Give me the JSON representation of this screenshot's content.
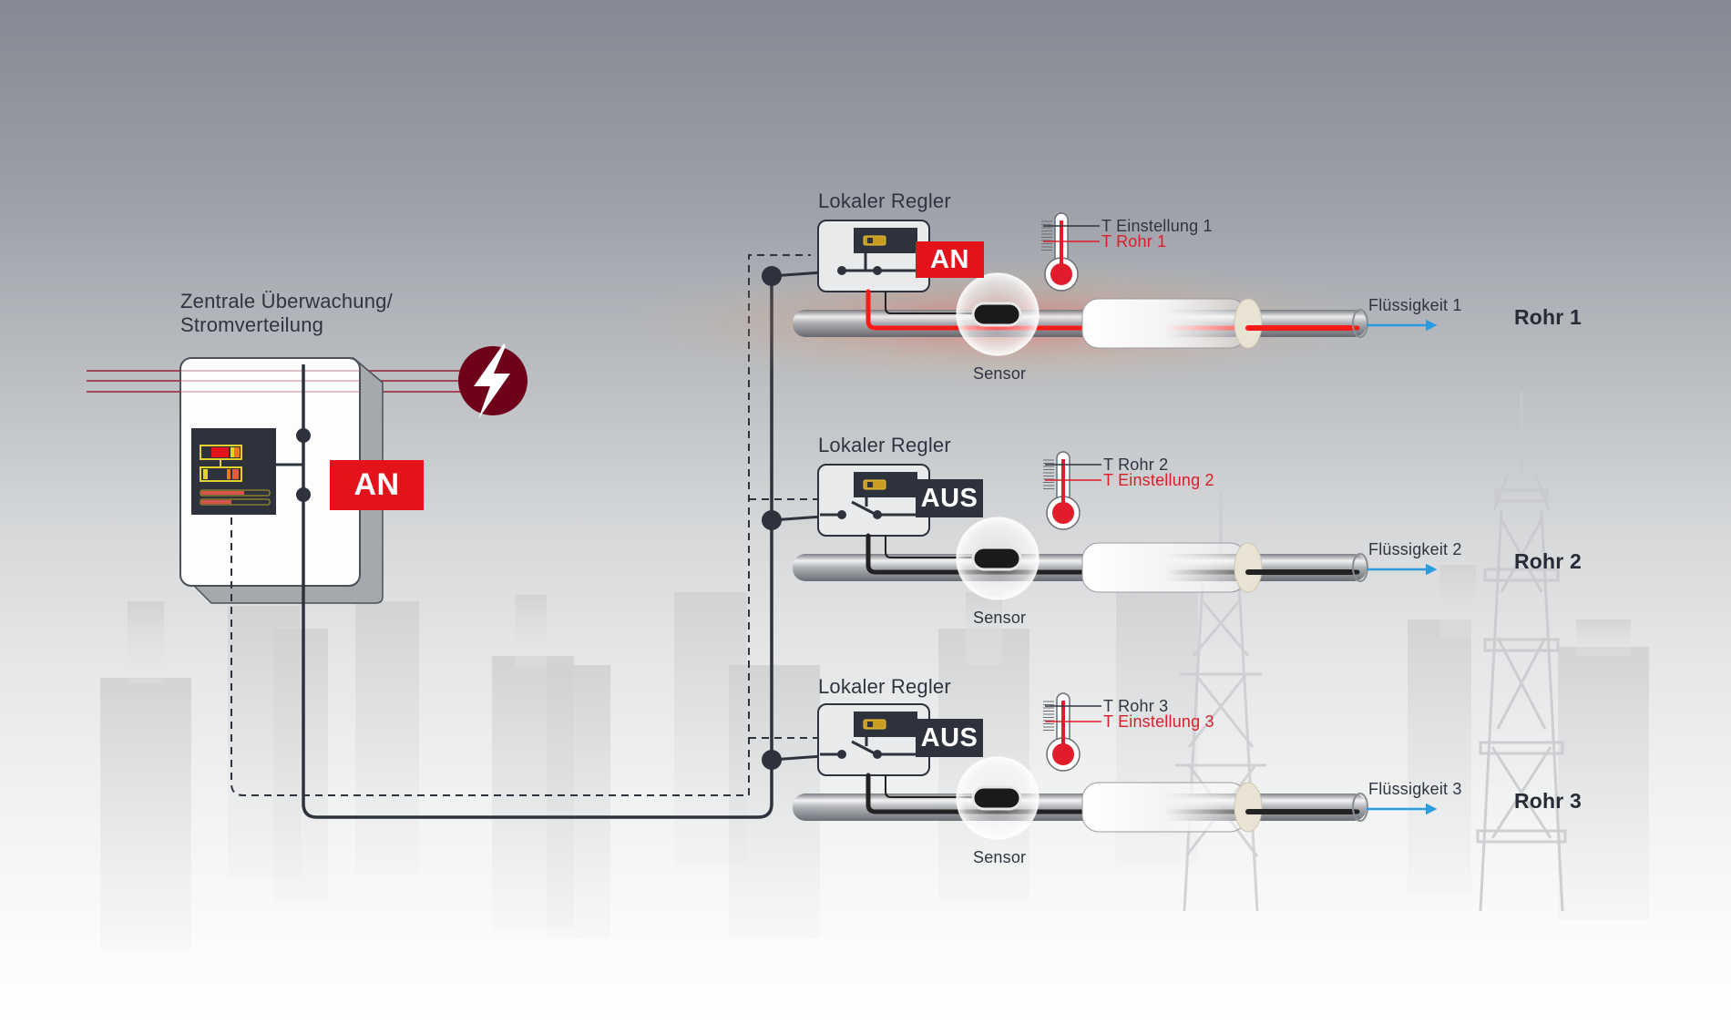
{
  "central": {
    "title_line1": "Zentrale Überwachung/",
    "title_line2": "Stromverteilung",
    "status": "AN",
    "power_icon": "lightning-bolt-icon"
  },
  "colors": {
    "on": "#e3121b",
    "off": "#2d323d",
    "power_circle": "#6e0019",
    "line": "#2d323d",
    "flow_arrow": "#2b9be0",
    "setpoint_text": "#2f3440",
    "measured_text": "#d71f2b"
  },
  "circuits": [
    {
      "controller_label": "Lokaler Regler",
      "status": "AN",
      "sensor_label": "Sensor",
      "thermo_line1": "T Einstellung 1",
      "thermo_line2": "T Rohr 1",
      "thermo_line1_color": "dark",
      "thermo_line2_color": "red",
      "fluid_label": "Flüssigkeit 1",
      "pipe_label": "Rohr 1",
      "heating": true
    },
    {
      "controller_label": "Lokaler Regler",
      "status": "AUS",
      "sensor_label": "Sensor",
      "thermo_line1": "T Rohr 2",
      "thermo_line2": "T Einstellung 2",
      "thermo_line1_color": "dark",
      "thermo_line2_color": "red",
      "fluid_label": "Flüssigkeit 2",
      "pipe_label": "Rohr 2",
      "heating": false
    },
    {
      "controller_label": "Lokaler Regler",
      "status": "AUS",
      "sensor_label": "Sensor",
      "thermo_line1": "T Rohr 3",
      "thermo_line2": "T Einstellung 3",
      "thermo_line1_color": "dark",
      "thermo_line2_color": "red",
      "fluid_label": "Flüssigkeit 3",
      "pipe_label": "Rohr 3",
      "heating": false
    }
  ]
}
